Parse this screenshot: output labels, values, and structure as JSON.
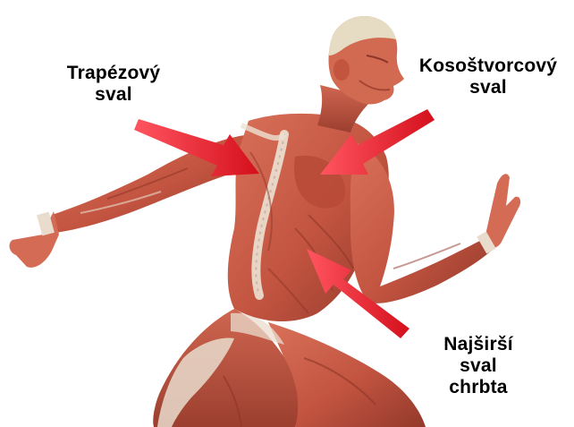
{
  "labels": {
    "trapezius": {
      "line1": "Trapézový",
      "line2": "sval"
    },
    "rhomboid": {
      "line1": "Kosoštvorcový",
      "line2": "sval"
    },
    "latissimus": {
      "line1": "Najširší",
      "line2": "sval",
      "line3": "chrbta"
    }
  },
  "colors": {
    "muscle": "#c65a47",
    "muscle_dark": "#8e3528",
    "tendon": "#e9dccd",
    "arrow": "#e8232f",
    "skull": "#e6dcc4"
  }
}
